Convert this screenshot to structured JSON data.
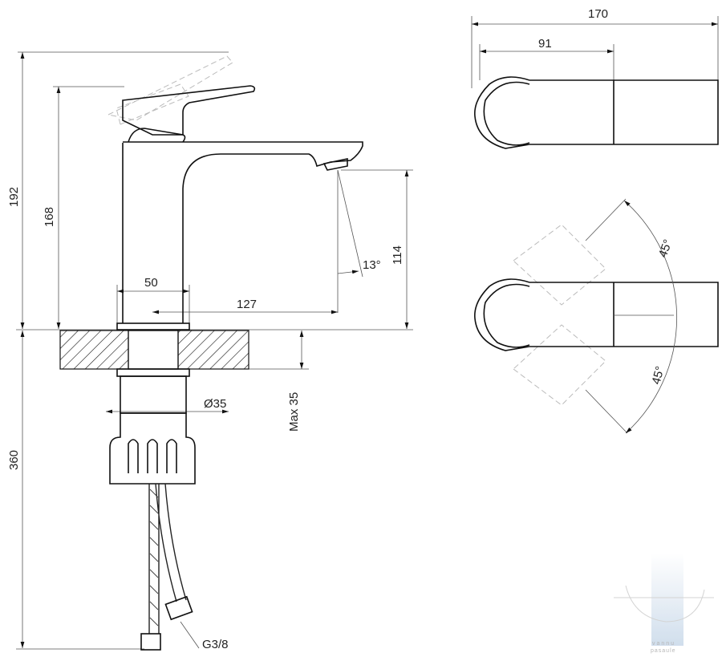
{
  "drawing": {
    "dimensions": {
      "total_height": "192",
      "body_height": "168",
      "below_counter": "360",
      "spout_height": "114",
      "spout_angle": "13°",
      "base_width": "50",
      "spout_reach": "127",
      "shank_diameter": "Ø35",
      "max_counter_thickness": "Max 35",
      "hose_thread": "G3/8",
      "top_length": "170",
      "handle_length": "91",
      "rotation_left": "45°",
      "rotation_right": "45°"
    },
    "watermark": {
      "line1": "vannu",
      "line2": "pasaule"
    }
  }
}
